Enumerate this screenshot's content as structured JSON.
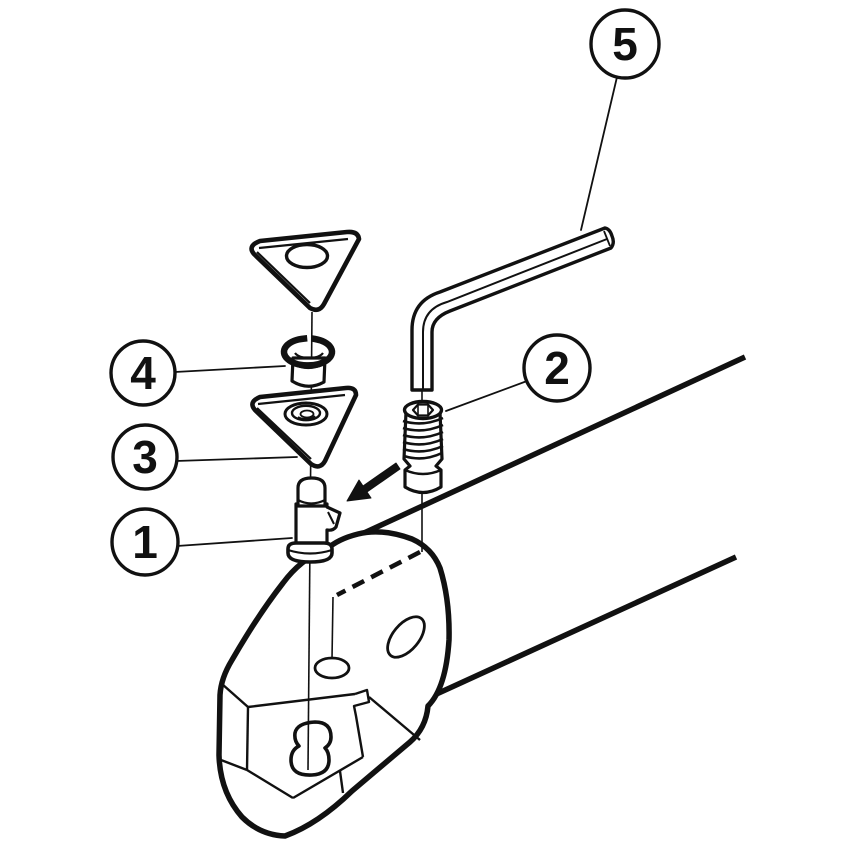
{
  "diagram": {
    "description": "Exploded view of an indexable insert tool holder clamping unit",
    "background_color": "#ffffff",
    "line_color": "#111111",
    "callouts": [
      {
        "number": "1",
        "part": "clamp-lever-pin"
      },
      {
        "number": "2",
        "part": "set-screw"
      },
      {
        "number": "3",
        "part": "shim-plate"
      },
      {
        "number": "4",
        "part": "shim-pin-sleeve"
      },
      {
        "number": "5",
        "part": "hex-key"
      }
    ]
  }
}
